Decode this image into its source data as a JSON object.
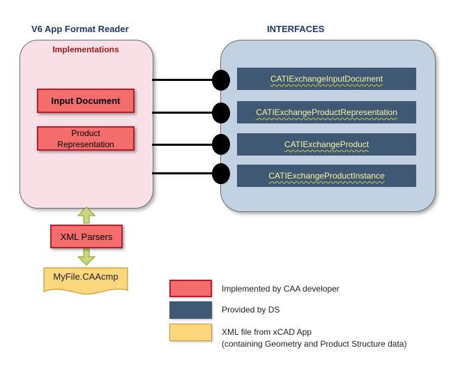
{
  "titles": {
    "left": "V6 App Format Reader",
    "right": "INTERFACES"
  },
  "implementations": {
    "label": "Implementations",
    "input_document": "Input Document",
    "product_representation_line1": "Product",
    "product_representation_line2": "Representation"
  },
  "interfaces": [
    "CATIExchangeInputDocument",
    "CATIExchangeProductRepresentation",
    "CATIExchangeProduct",
    "CATIExchangeProductInstance"
  ],
  "xml_parsers": "XML Parsers",
  "file_name": "MyFile.CAAcmp",
  "legend": {
    "red": "Implemented by CAA developer",
    "blue": "Provided by DS",
    "yellow_line1": "XML file from xCAD App",
    "yellow_line2": "(containing Geometry and Product Structure data)"
  },
  "colors": {
    "implemented": "#f36d6d",
    "provided": "#3f5873",
    "xml_file": "#fdd77e",
    "impl_panel": "#f9dfe6",
    "iface_panel": "#c2d2e2",
    "arrow": "#c9d77c"
  }
}
